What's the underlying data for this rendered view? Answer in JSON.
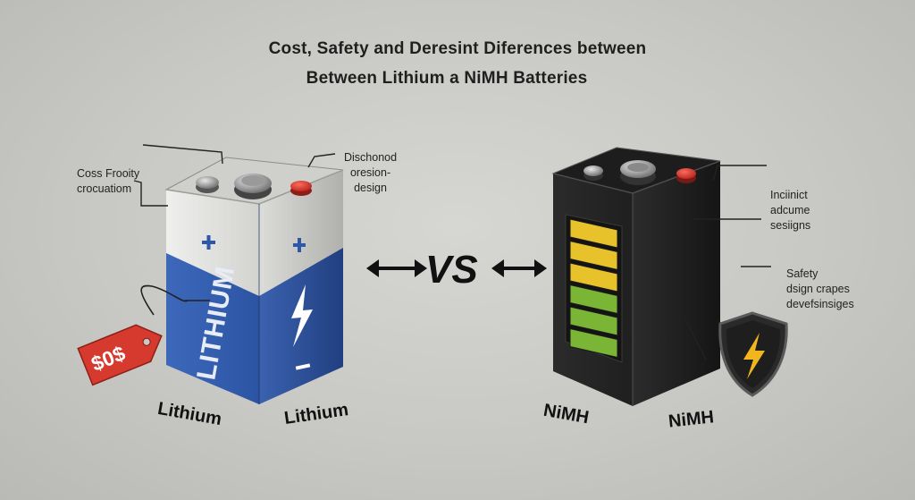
{
  "title": {
    "line1": "Cost, Safety and Deresint Diferences between",
    "line2": "Between Lithium a NiMH Batteries"
  },
  "vs_text": "VS",
  "lithium": {
    "brand": "LITHIUM",
    "price_tag": "$0$",
    "label_left": "Lithium",
    "label_right": "Lithium",
    "annotation_left": [
      "Coss Frooity",
      "crocuatiom"
    ],
    "annotation_right": [
      "Dischonod",
      "oresion-",
      "design"
    ],
    "colors": {
      "body": "#2f57a7",
      "cap": "#d8d8d6",
      "tag": "#d63a2e"
    }
  },
  "nimh": {
    "label_left": "NiMH",
    "label_right": "NiMH",
    "annotation_top": [
      "Inciinict",
      "adcume",
      "sesiigns"
    ],
    "annotation_bottom": [
      "Safety",
      "dsign crapes",
      "devefsinsiges"
    ],
    "charge_levels": [
      "yellow",
      "yellow",
      "yellow",
      "green",
      "green",
      "green"
    ],
    "colors": {
      "body": "#262626",
      "yellow": "#e8c22a",
      "green": "#7ab535",
      "shield_bolt": "#f1b51d"
    }
  },
  "icons": [
    "plus-icon",
    "lightning-icon",
    "minus-icon",
    "shield-icon",
    "double-arrow-icon",
    "price-tag-icon"
  ]
}
